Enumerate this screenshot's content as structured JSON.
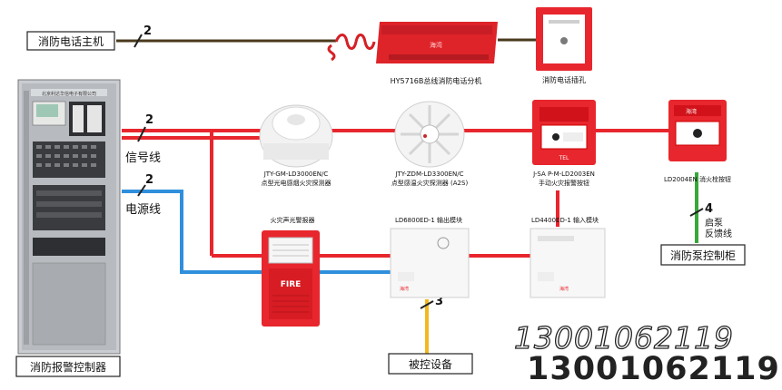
{
  "boxes": {
    "phone_host": "消防电话主机",
    "pump_cabinet": "消防泵控制柜",
    "controlled_equipment": "被控设备",
    "alarm_controller": "消防报警控制器"
  },
  "line_labels": {
    "signal_line": "信号线",
    "power_line": "电源线",
    "pump_feedback_1": "启泵",
    "pump_feedback_2": "反馈线"
  },
  "wire_counts": {
    "phone": "2",
    "signal": "2",
    "power": "2",
    "pump": "4",
    "controlled": "3"
  },
  "devices": {
    "phone_splitter": "HY5716B总线消防电话分机",
    "phone_jack": "消防电话插孔",
    "smoke_detector_1": "JTY-GM-LD3000EN/C",
    "smoke_detector_2": "点型光电感烟火灾探测器",
    "heat_detector_1": "JTY-ZDM-LD3300EN/C",
    "heat_detector_2": "点型感温火灾探测器 (A2S)",
    "manual_alarm_1": "J-SA P-M-LD2003EN",
    "manual_alarm_2": "手动火灾报警按钮",
    "hydrant_button": "LD2004EN 消火栓按钮",
    "sounder": "火灾声光警报器",
    "io_module": "LD6800ED-1 输出模块",
    "input_module": "LD4400ED-1 输入模块",
    "fire_text": "FIRE",
    "tel_text": "TEL",
    "brand": "海湾",
    "panel_brand": "北京利达华信电子有限公司"
  },
  "watermark": "13001062119",
  "colors": {
    "red_wire": "#e8262d",
    "blue_wire": "#2f8fdc",
    "green_wire": "#38a83a",
    "dark_wire": "#4a3a1c",
    "yellow_wire": "#f2b81f"
  }
}
